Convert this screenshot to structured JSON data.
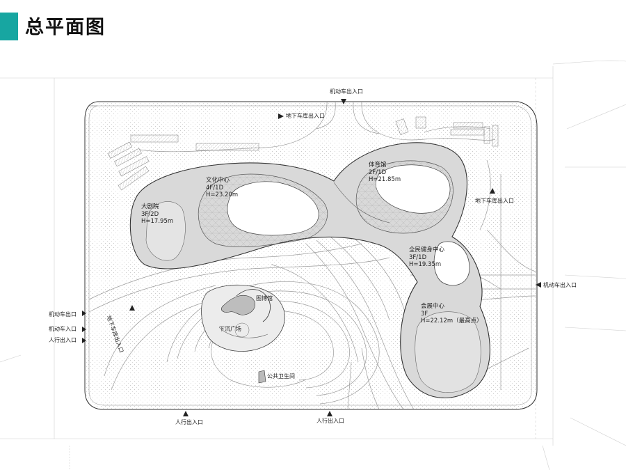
{
  "page_title": "总平面图",
  "colors": {
    "accent": "#17a6a1",
    "building_fill": "#d9d9d9",
    "line": "#333333"
  },
  "entrances": {
    "vehicle_top": "机动车出入口",
    "garage_top": "地下车库出入口",
    "garage_right": "地下车库出入口",
    "vehicle_right": "机动车出入口",
    "garage_left": "地下车库出入口",
    "vehicle_exit_left": "机动车出口",
    "vehicle_entry_left": "机动车入口",
    "pedestrian_left": "人行出入口",
    "pedestrian_bottom_left": "人行出入口",
    "pedestrian_bottom_center": "人行出入口"
  },
  "buildings": {
    "theater": {
      "name": "大剧院",
      "floors": "3F/2D",
      "height": "H=17.95m"
    },
    "culture": {
      "name": "文化中心",
      "floors": "4F/1D",
      "height": "H=23.20m"
    },
    "gym": {
      "name": "体育馆",
      "floors": "2F/1D",
      "height": "H=21.85m"
    },
    "fitness": {
      "name": "全民健身中心",
      "floors": "3F/1D",
      "height": "H=19.35m"
    },
    "expo": {
      "name": "会展中心",
      "floors": "3F",
      "height": "H=22.12m（最高点）"
    }
  },
  "facilities": {
    "museum": "图博馆",
    "plaza": "下沉广场",
    "toilet": "公共卫生间"
  }
}
